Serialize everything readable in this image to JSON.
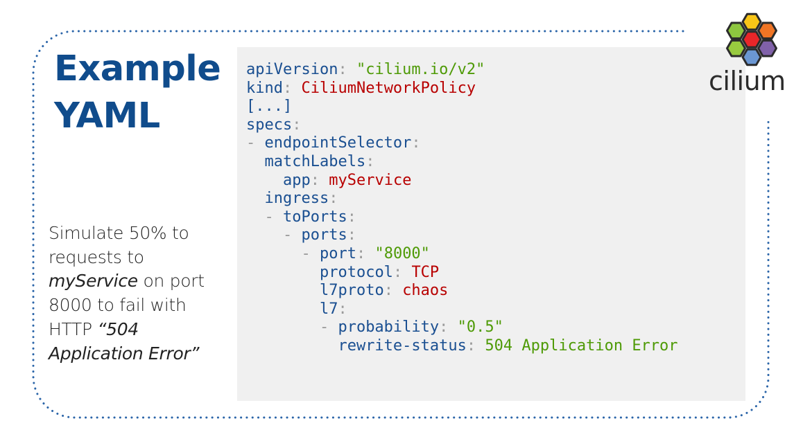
{
  "title": {
    "line1": "Example",
    "line2": "YAML"
  },
  "description": {
    "part1": "Simulate 50% to requests to ",
    "service": "myService",
    "part2": " on port 8000 to fail with HTTP ",
    "quote": "“504 Application Error”"
  },
  "logo": {
    "text": "cilium",
    "icon": "hexagon-cluster-logo-icon",
    "colors": [
      "#8dc63f",
      "#f8c517",
      "#f07525",
      "#e82629",
      "#6b97d3",
      "#8061a9",
      "#98ca3f"
    ]
  },
  "code": {
    "lines": [
      [
        {
          "t": "apiVersion",
          "c": "k"
        },
        {
          "t": ": ",
          "c": "p"
        },
        {
          "t": "\"cilium.io/v2\"",
          "c": "s"
        }
      ],
      [
        {
          "t": "kind",
          "c": "k"
        },
        {
          "t": ": ",
          "c": "p"
        },
        {
          "t": "CiliumNetworkPolicy",
          "c": "v"
        }
      ],
      [
        {
          "t": "[...]",
          "c": "k"
        }
      ],
      [
        {
          "t": "specs",
          "c": "k"
        },
        {
          "t": ":",
          "c": "p"
        }
      ],
      [
        {
          "t": "- ",
          "c": "p"
        },
        {
          "t": "endpointSelector",
          "c": "k"
        },
        {
          "t": ":",
          "c": "p"
        }
      ],
      [
        {
          "t": "  ",
          "c": "p"
        },
        {
          "t": "matchLabels",
          "c": "k"
        },
        {
          "t": ":",
          "c": "p"
        }
      ],
      [
        {
          "t": "    ",
          "c": "p"
        },
        {
          "t": "app",
          "c": "k"
        },
        {
          "t": ": ",
          "c": "p"
        },
        {
          "t": "myService",
          "c": "v"
        }
      ],
      [
        {
          "t": "  ",
          "c": "p"
        },
        {
          "t": "ingress",
          "c": "k"
        },
        {
          "t": ":",
          "c": "p"
        }
      ],
      [
        {
          "t": "  - ",
          "c": "p"
        },
        {
          "t": "toPorts",
          "c": "k"
        },
        {
          "t": ":",
          "c": "p"
        }
      ],
      [
        {
          "t": "    - ",
          "c": "p"
        },
        {
          "t": "ports",
          "c": "k"
        },
        {
          "t": ":",
          "c": "p"
        }
      ],
      [
        {
          "t": "      - ",
          "c": "p"
        },
        {
          "t": "port",
          "c": "k"
        },
        {
          "t": ": ",
          "c": "p"
        },
        {
          "t": "\"8000\"",
          "c": "s"
        }
      ],
      [
        {
          "t": "        ",
          "c": "p"
        },
        {
          "t": "protocol",
          "c": "k"
        },
        {
          "t": ": ",
          "c": "p"
        },
        {
          "t": "TCP",
          "c": "v"
        }
      ],
      [
        {
          "t": "        ",
          "c": "p"
        },
        {
          "t": "l7proto",
          "c": "k"
        },
        {
          "t": ": ",
          "c": "p"
        },
        {
          "t": "chaos",
          "c": "v"
        }
      ],
      [
        {
          "t": "        ",
          "c": "p"
        },
        {
          "t": "l7",
          "c": "k"
        },
        {
          "t": ":",
          "c": "p"
        }
      ],
      [
        {
          "t": "        - ",
          "c": "p"
        },
        {
          "t": "probability",
          "c": "k"
        },
        {
          "t": ": ",
          "c": "p"
        },
        {
          "t": "\"0.5\"",
          "c": "s"
        }
      ],
      [
        {
          "t": "          ",
          "c": "p"
        },
        {
          "t": "rewrite-status",
          "c": "k"
        },
        {
          "t": ": ",
          "c": "p"
        },
        {
          "t": "504 Application Error",
          "c": "s"
        }
      ]
    ]
  },
  "colors": {
    "title": "#104c8c",
    "key": "#1a4f91",
    "string": "#4e9a06",
    "value": "#b80000",
    "punct": "#9a9a9a",
    "frame_dots": "#2a64a8",
    "code_bg": "#f0f0f0"
  }
}
